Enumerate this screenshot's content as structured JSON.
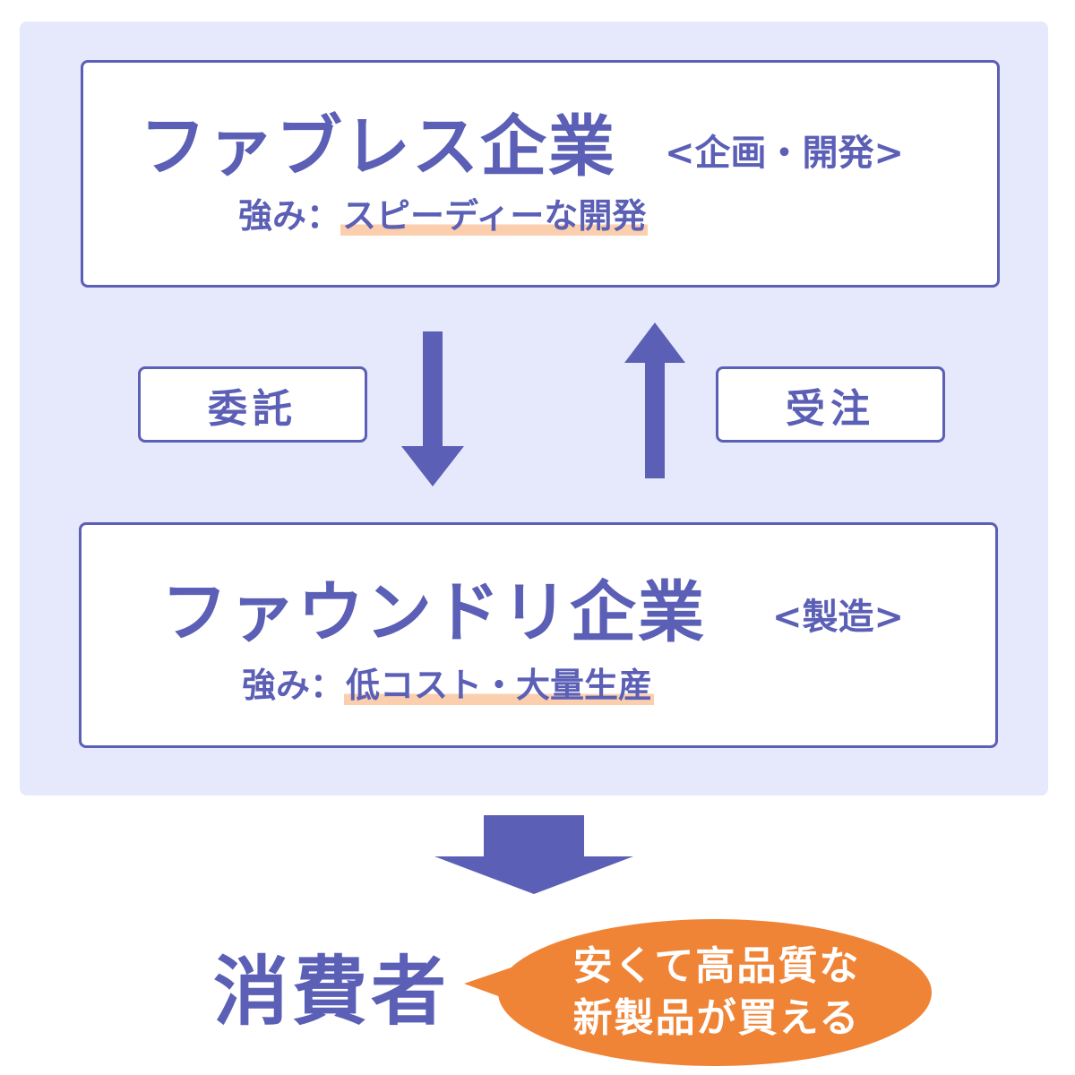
{
  "colors": {
    "primary": "#5b5fb5",
    "panel_background": "#e6e8fb",
    "highlight": "#fbcfae",
    "bubble": "#f08436"
  },
  "fabless": {
    "title": "ファブレス企業",
    "role": "<企画・開発>",
    "strength_label": "強み：",
    "strength_value": "スピーディーな開発"
  },
  "foundry": {
    "title": "ファウンドリ企業",
    "role": "<製造>",
    "strength_label": "強み：",
    "strength_value": "低コスト・大量生産"
  },
  "flows": {
    "left_label": "委託",
    "right_label": "受注"
  },
  "consumer": {
    "label": "消費者",
    "benefit_line1": "安くて高品質な",
    "benefit_line2": "新製品が買える"
  }
}
